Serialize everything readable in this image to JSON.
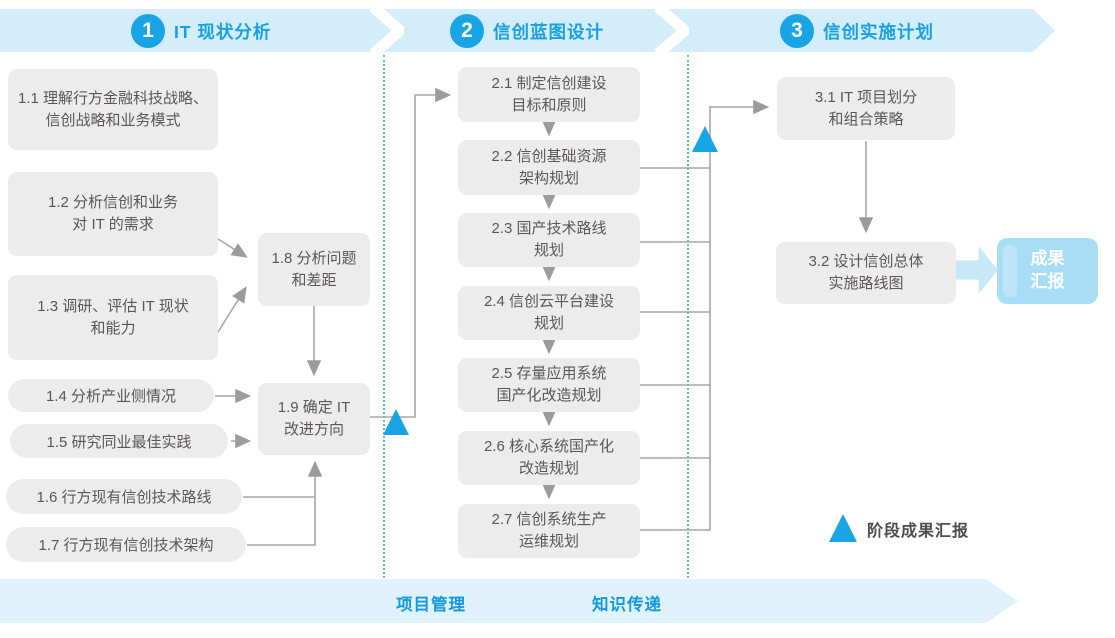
{
  "colors": {
    "accent_blue": "#19A4E6",
    "header_band": "#D3EDFB",
    "footer_band": "#DFF2FB",
    "node_bg": "#ECECEC",
    "node_text": "#595757",
    "connector_gray": "#A3A3A3",
    "result_bg": "#A8DDF6",
    "fat_arrow": "#C8E8F8",
    "divider_dotted": "#4FBFEE"
  },
  "phases": [
    {
      "number": "1",
      "title": "IT 现状分析"
    },
    {
      "number": "2",
      "title": "信创蓝图设计"
    },
    {
      "number": "3",
      "title": "信创实施计划"
    }
  ],
  "nodes": {
    "n11": [
      "1.1 理解行方金融科技战略、",
      "信创战略和业务模式"
    ],
    "n12": [
      "1.2 分析信创和业务",
      "对 IT 的需求"
    ],
    "n13": [
      "1.3 调研、评估 IT 现状",
      "和能力"
    ],
    "n14": "1.4 分析产业侧情况",
    "n15": "1.5 研究同业最佳实践",
    "n16": "1.6 行方现有信创技术路线",
    "n17": "1.7 行方现有信创技术架构",
    "n18": [
      "1.8 分析问题",
      "和差距"
    ],
    "n19": [
      "1.9 确定 IT",
      "改进方向"
    ],
    "n21": [
      "2.1 制定信创建设",
      "目标和原则"
    ],
    "n22": [
      "2.2 信创基础资源",
      "架构规划"
    ],
    "n23": [
      "2.3 国产技术路线",
      "规划"
    ],
    "n24": [
      "2.4 信创云平台建设",
      "规划"
    ],
    "n25": [
      "2.5 存量应用系统",
      "国产化改造规划"
    ],
    "n26": [
      "2.6 核心系统国产化",
      "改造规划"
    ],
    "n27": [
      "2.7 信创系统生产",
      "运维规划"
    ],
    "n31": [
      "3.1 IT 项目划分",
      "和组合策略"
    ],
    "n32": [
      "3.2 设计信创总体",
      "实施路线图"
    ]
  },
  "result": {
    "lines": [
      "成果",
      "汇报"
    ]
  },
  "legend": {
    "label": "阶段成果汇报"
  },
  "footer": {
    "items": [
      "项目管理",
      "知识传递"
    ]
  }
}
